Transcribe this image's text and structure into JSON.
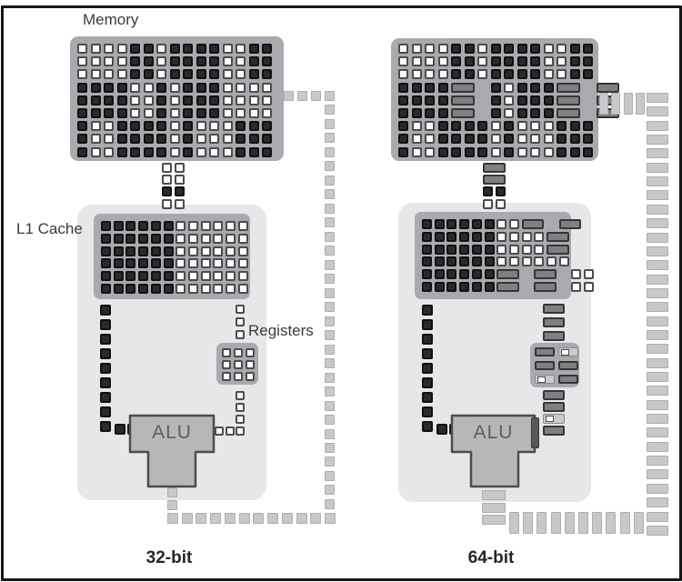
{
  "figure": {
    "labels": {
      "memory": "Memory",
      "l1_cache": "L1 Cache",
      "registers": "Registers",
      "alu": "ALU"
    },
    "captions": {
      "left": "32-bit",
      "right": "64-bit"
    },
    "colors": {
      "background": "#ffffff",
      "frame": "#161616",
      "container_gray": "#a8aaad",
      "cpu_block": "#e6e7e8",
      "dark_cell": "#292a2c",
      "white_cell": "#ffffff",
      "cell_border": "#4a4c4e",
      "bus_cell": "#c7c8ca",
      "wide_word_cell": "#7e8082",
      "alu_fill": "#b6b7b9",
      "alu_border": "#4c4d4f",
      "label_text": "#393a3c",
      "caption_text": "#262627"
    },
    "cell_key": {
      "W": "empty word (white square)",
      "D": "filled word (dark square)",
      "G": "wide 64-bit word (gray rectangle, spans 2 columns in grids)",
      "H": "wide word partially filled (white sub-square in gray rectangle)",
      ".": "continuation of a wide word"
    },
    "diagrams": [
      {
        "id": "32-bit",
        "caption": "32-bit",
        "bus_style": "narrow single-word squares",
        "memory_grid": [
          "WWWWDDWDDDDWWDD",
          "WWWWDDWDDDDWWDD",
          "WWWWDDWDDDDWWDD",
          "DDDDWWDWDDDWWWW",
          "DDDDWWDWDDDWWWW",
          "DDDDWWDWDDDWWWW",
          "DWWDDDDWDWWWDDD",
          "DWWDDDDWDWWWDDD",
          "DWWDDDDWDWWWDDD"
        ],
        "memory_to_cpu": [
          "WW",
          "WW",
          "DD",
          "WW"
        ],
        "l1_grid": [
          "DDDDDDWWWWWW",
          "DDDDDDWWWWWW",
          "DDDDDDWWWWWW",
          "DDDDDDWWWWWW",
          "DDDDDDWWWWWW",
          "DDDDDDWWWWWW"
        ],
        "registers_grid": [
          "WWW",
          "WWW",
          "WWW"
        ],
        "register_path": {
          "upper_cells": 3,
          "lower_cells": 4,
          "to_alu_cells": 2
        },
        "data_path": {
          "vertical_cells": 9,
          "to_alu_cells": 2
        },
        "bus_loop": {
          "top_cells": 3,
          "right_column_cells": 30,
          "bottom_cells": 12,
          "alu_stem_cells": 2
        }
      },
      {
        "id": "64-bit",
        "caption": "64-bit",
        "bus_style": "wide double-word rectangles",
        "memory_grid": [
          "WWWWDDWDDDDWWDD",
          "WWWWDDWDDDDWWDD",
          "WWWWDDWDDDDWWDD",
          "DDDDG.DWDDDG.G.",
          "DDDDG.DWDDDG.G.",
          "DDDDG.DWDDDG.G.",
          "DWWDDDDWDWWWDDD",
          "DWWDDDDWDWWWDDD",
          "DWWDDDDWDWWWDDD"
        ],
        "memory_to_cpu": [
          "G.",
          "G.",
          "DD",
          "WW"
        ],
        "l1_grid": [
          "DDDDDDWWG.G.",
          "DDDDDDWWWWG.",
          "DDDDDDWWWWG.",
          "DDDDDDWWWWWW",
          "DDDDDDG.G.WW",
          "DDDDDDG.G.WW"
        ],
        "registers_grid": [
          "GH",
          "GG",
          "HG"
        ],
        "register_path": {
          "upper_cells": 3,
          "lower_sequence": [
            "G",
            "G",
            "H",
            "G"
          ]
        },
        "data_path": {
          "vertical_cells": 9,
          "to_alu_cells": 2
        },
        "bus_loop": {
          "top_cells": 4,
          "right_column_cells": 32,
          "bottom_cells": 10,
          "alu_stem_cells": 3
        }
      }
    ]
  }
}
